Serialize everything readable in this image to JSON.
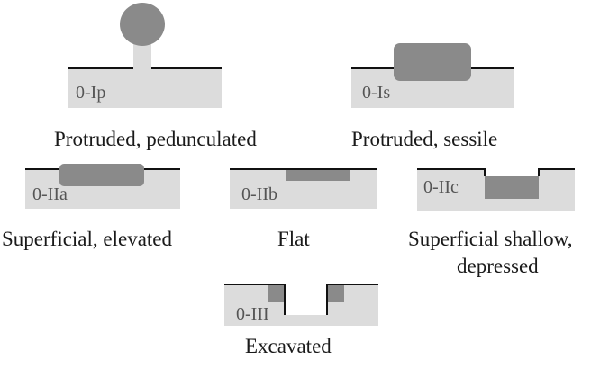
{
  "colors": {
    "mucosa": "#dcdcdc",
    "lesion": "#8a8a8a",
    "surface_line": "#111111",
    "caption_text": "#1a1a1a",
    "code_text": "#555555"
  },
  "types": [
    {
      "code": "0-Ip",
      "caption": "Protruded, pedunculated"
    },
    {
      "code": "0-Is",
      "caption": "Protruded, sessile"
    },
    {
      "code": "0-IIa",
      "caption": "Superficial, elevated"
    },
    {
      "code": "0-IIb",
      "caption": "Flat"
    },
    {
      "code": "0-IIc",
      "caption_lines": [
        "Superficial shallow,",
        "depressed"
      ]
    },
    {
      "code": "0-III",
      "caption": "Excavated"
    }
  ]
}
